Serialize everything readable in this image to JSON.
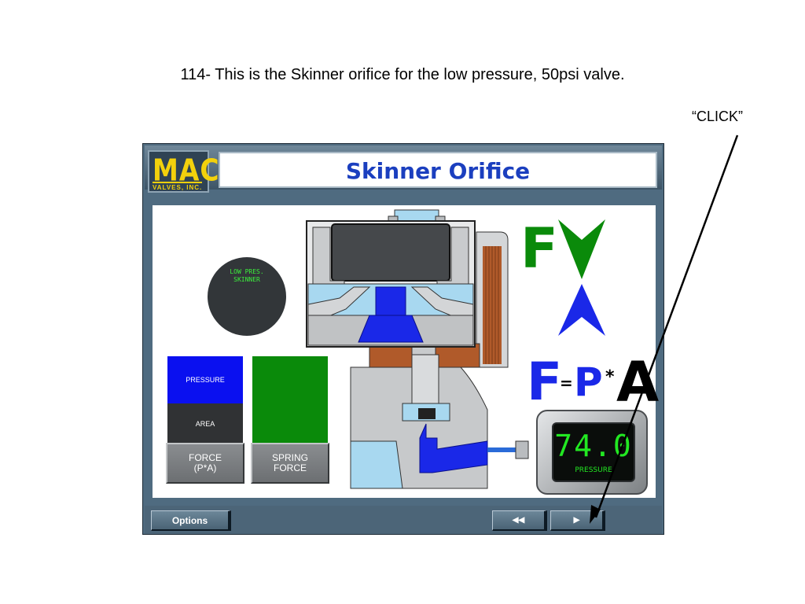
{
  "slide": {
    "caption": "114- This is the Skinner orifice for the low pressure, 50psi valve.",
    "click_note": "“CLICK”"
  },
  "app": {
    "logo_main": "MAC",
    "logo_sub": "VALVES, INC.",
    "title": "Skinner Orifice",
    "indicator_label_line1": "LOW PRES.",
    "indicator_label_line2": "SKINNER",
    "pressure_label": "PRESSURE",
    "area_label": "AREA",
    "force_button_line1": "FORCE",
    "force_button_line2": "(P*A)",
    "spring_button_line1": "SPRING",
    "spring_button_line2": "FORCE",
    "formula_f": "F",
    "formula_eq": "=",
    "formula_p": "P",
    "formula_star": "*",
    "formula_a": "A",
    "meter_value": "74.0",
    "meter_caption": "PRESSURE",
    "options_label": "Options",
    "rewind_glyph": "◀◀",
    "play_glyph": "▶"
  },
  "colors": {
    "title_blue": "#1b3fbf",
    "pressure_blue": "#0a10f0",
    "spring_green": "#0a8a0a",
    "led_green": "#22e822",
    "logo_yellow": "#f3d10c"
  }
}
